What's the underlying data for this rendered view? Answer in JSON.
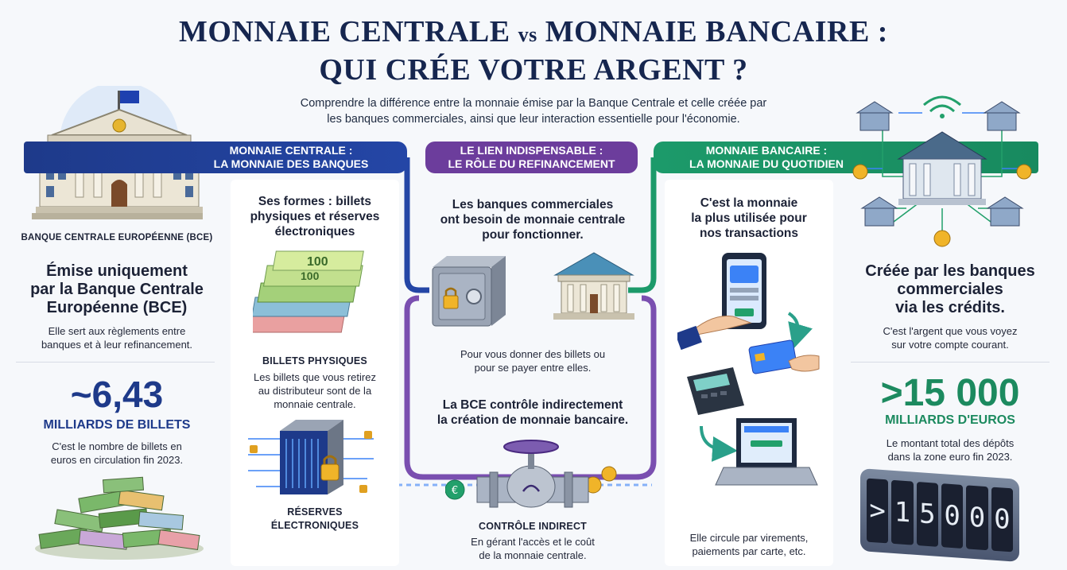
{
  "header": {
    "title_part1": "MONNAIE CENTRALE",
    "title_vs": "vs",
    "title_part2": "MONNAIE BANCAIRE :",
    "title_line2": "QUI CRÉE VOTRE ARGENT ?",
    "subtitle_line1": "Comprendre la différence entre la monnaie émise par la Banque Centrale et celle créée par",
    "subtitle_line2": "les banques commerciales, ainsi que leur interaction essentielle pour l'économie."
  },
  "left": {
    "bank_caption": "BANQUE CENTRALE EUROPÉENNE (BCE)",
    "headline_l1": "Émise uniquement",
    "headline_l2": "par la Banque Centrale",
    "headline_l3": "Européenne (BCE)",
    "desc_l1": "Elle sert aux règlements entre",
    "desc_l2": "banques et à leur refinancement.",
    "stat_value": "~6,43",
    "stat_unit": "MILLIARDS DE BILLETS",
    "stat_desc_l1": "C'est le nombre de billets en",
    "stat_desc_l2": "euros en circulation fin 2023."
  },
  "central": {
    "band_l1": "MONNAIE CENTRALE :",
    "band_l2": "LA MONNAIE DES BANQUES",
    "forms_l1": "Ses formes : billets",
    "forms_l2": "physiques et réserves",
    "forms_l3": "électroniques",
    "notes_note1": "100",
    "notes_note2": "100",
    "billets_title": "BILLETS PHYSIQUES",
    "billets_l1": "Les billets que vous retirez",
    "billets_l2": "au distributeur sont de la",
    "billets_l3": "monnaie centrale.",
    "reserves_l1": "RÉSERVES",
    "reserves_l2": "ÉLECTRONIQUES"
  },
  "link": {
    "band_l1": "LE LIEN INDISPENSABLE :",
    "band_l2": "LE RÔLE DU REFINANCEMENT",
    "need_l1": "Les banques commerciales",
    "need_l2": "ont besoin de monnaie centrale",
    "need_l3": "pour fonctionner.",
    "purpose_l1": "Pour vous donner des billets ou",
    "purpose_l2": "pour se payer entre elles.",
    "control_l1": "La BCE contrôle indirectement",
    "control_l2": "la création de monnaie bancaire.",
    "indirect_title": "CONTRÔLE INDIRECT",
    "indirect_l1": "En gérant l'accès et le coût",
    "indirect_l2": "de la monnaie centrale."
  },
  "bancaire": {
    "band_l1": "MONNAIE BANCAIRE :",
    "band_l2": "LA MONNAIE DU QUOTIDIEN",
    "use_l1": "C'est la monnaie",
    "use_l2": "la plus utilisée pour",
    "use_l3": "nos transactions",
    "circ_l1": "Elle circule par virements,",
    "circ_l2": "paiements par carte, etc."
  },
  "right": {
    "headline_l1": "Créée par les banques",
    "headline_l2": "commerciales",
    "headline_l3": "via les crédits.",
    "desc_l1": "C'est l'argent que vous voyez",
    "desc_l2": "sur votre compte courant.",
    "stat_value": ">15 000",
    "stat_unit": "MILLIARDS D'EUROS",
    "stat_desc_l1": "Le montant total des dépôts",
    "stat_desc_l2": "dans la zone euro fin 2023.",
    "counter_digits": [
      ">",
      "1",
      "5",
      "0",
      "0",
      "0"
    ]
  },
  "colors": {
    "blue": "#1e3a8a",
    "purple": "#6c3d9c",
    "green": "#1c8a5f"
  }
}
